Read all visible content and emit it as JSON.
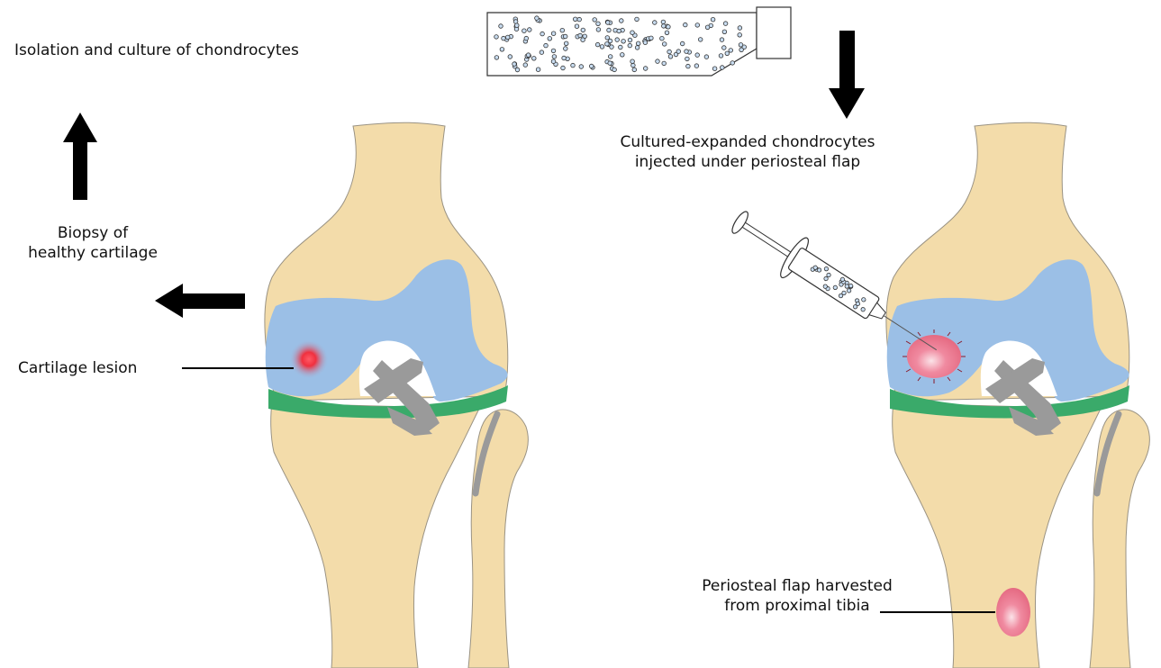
{
  "labels": {
    "isolation": "Isolation and culture of chondrocytes",
    "biopsy_line1": "Biopsy of",
    "biopsy_line2": "healthy cartilage",
    "lesion": "Cartilage lesion",
    "cultured_line1": "Cultured-expanded chondrocytes",
    "cultured_line2": "injected under periosteal flap",
    "flap_line1": "Periosteal flap harvested",
    "flap_line2": "from proximal tibia"
  },
  "colors": {
    "bone": "#f3dcaa",
    "cartilage": "#9bbfe6",
    "meniscus": "#3aaa6a",
    "ligament": "#9a9a9a",
    "lesion": "#ee2a3a",
    "flap": "#ea7b8f",
    "arrow": "#000000"
  },
  "icons": {
    "flask": "culture-flask-icon",
    "syringe": "syringe-icon"
  }
}
